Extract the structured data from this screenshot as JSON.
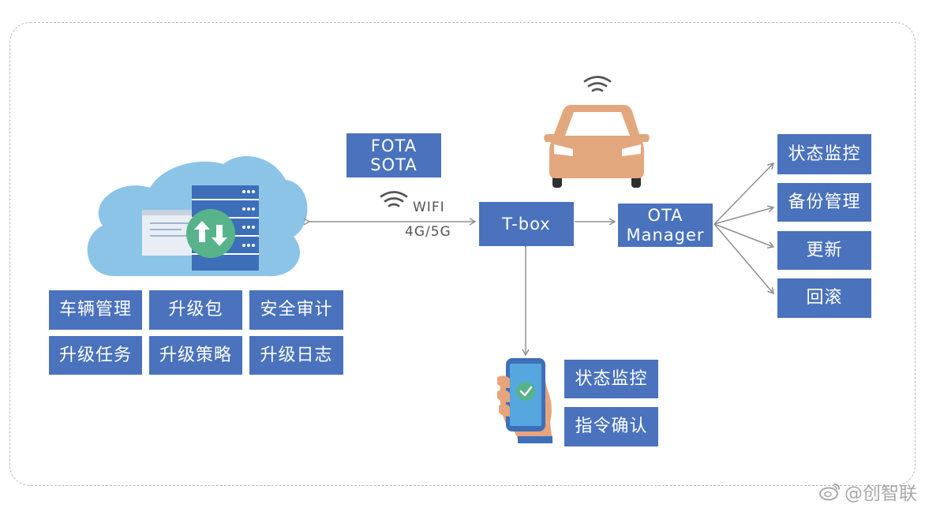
{
  "cloud_features": [
    "车辆管理",
    "升级包",
    "安全审计",
    "升级任务",
    "升级策略",
    "升级日志"
  ],
  "protocol_box": {
    "line1": "FOTA",
    "line2": "SOTA"
  },
  "link_labels": {
    "wifi": "WIFI",
    "cellular": "4G/5G"
  },
  "tbox_label": "T-box",
  "ota_manager": {
    "line1": "OTA",
    "line2": "Manager"
  },
  "ota_functions": [
    "状态监控",
    "备份管理",
    "更新",
    "回滚"
  ],
  "mobile_functions": [
    "状态监控",
    "指令确认"
  ],
  "watermark": "@创智联",
  "colors": {
    "box_blue": "#4a72bd",
    "cloud_blue": "#8cc4e8",
    "server_blue": "#3d6fb8",
    "badge_green": "#57b38a",
    "car_orange": "#e3a77e",
    "arrow_gray": "#8f8f8f"
  },
  "icons": [
    "cloud-icon",
    "server-icon",
    "upload-download-icon",
    "wifi-icon",
    "car-icon",
    "smartphone-icon",
    "check-icon",
    "weibo-icon"
  ]
}
